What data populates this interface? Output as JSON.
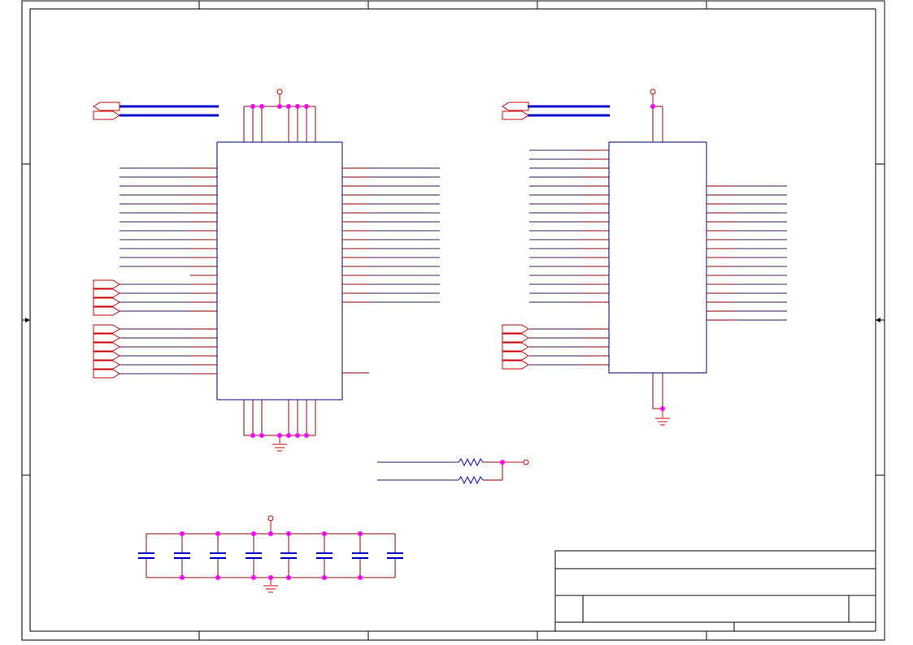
{
  "sheet": {
    "title_block": {
      "title": "",
      "document_number": "",
      "revision": "",
      "size": "",
      "date": "",
      "sheet_of": ""
    }
  },
  "colors": {
    "frame": "#000000",
    "wire": "#8b0000",
    "net": "#3a1a5e",
    "component_body": "#000080",
    "bus": "#0000cc",
    "junction": "#ff00ff",
    "symbol": "#cc0000",
    "capacitor": "#0000cc"
  },
  "components": {
    "u1": {
      "name": "ic-u1"
    },
    "u2": {
      "name": "ic-u2"
    },
    "r1": {
      "name": "resistor-r1"
    },
    "r2": {
      "name": "resistor-r2"
    },
    "capacitor_bank": {
      "count": 8
    }
  },
  "icons": {
    "power": "power-port-icon",
    "ground": "ground-symbol-icon",
    "port": "port-connector-icon",
    "resistor": "resistor-icon",
    "capacitor": "capacitor-icon"
  }
}
